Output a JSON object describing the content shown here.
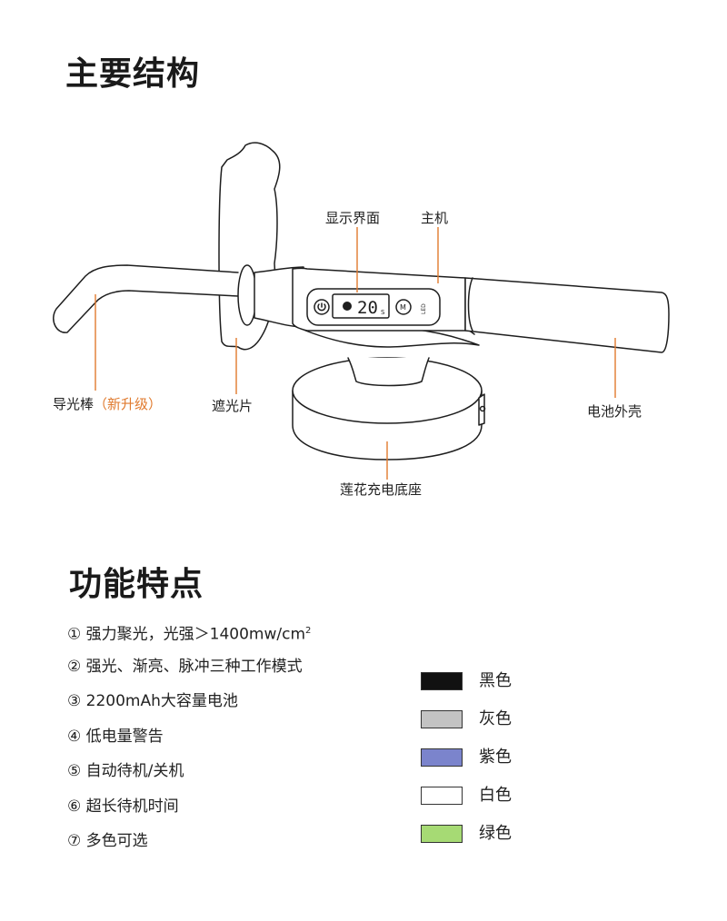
{
  "section1": {
    "title": "主要结构"
  },
  "labels": {
    "display": "显示界面",
    "host": "主机",
    "light_guide": "导光棒",
    "light_guide_note": "（新升级）",
    "shade": "遮光片",
    "battery_shell": "电池外壳",
    "base": "莲花充电底座"
  },
  "device_screen": {
    "reading": "20",
    "unit": "S",
    "mode_label": "M",
    "led_label": "LED"
  },
  "section2": {
    "title": "功能特点"
  },
  "features": [
    {
      "marker": "①",
      "text": "强力聚光，光强＞1400mw/cm",
      "sup": "2"
    },
    {
      "marker": "②",
      "text": "强光、渐亮、脉冲三种工作模式"
    },
    {
      "marker": "③",
      "text": "2200mAh大容量电池"
    },
    {
      "marker": "④",
      "text": "低电量警告"
    },
    {
      "marker": "⑤",
      "text": "自动待机/关机"
    },
    {
      "marker": "⑥",
      "text": "超长待机时间"
    },
    {
      "marker": "⑦",
      "text": "多色可选"
    }
  ],
  "colors": [
    {
      "name": "黑色",
      "hex": "#111111"
    },
    {
      "name": "灰色",
      "hex": "#c3c3c3"
    },
    {
      "name": "紫色",
      "hex": "#7b84cc"
    },
    {
      "name": "白色",
      "hex": "#ffffff"
    },
    {
      "name": "绿色",
      "hex": "#a6da74"
    }
  ],
  "accent_color": "#e07a2e"
}
